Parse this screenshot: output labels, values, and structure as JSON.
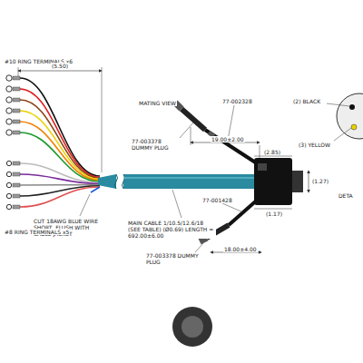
{
  "diagram": {
    "labels": [
      "#10 RING TERMINALS x6",
      "(5.50)",
      "CUT 18AWG BLUE WIRE SHORT, FLUSH WITH CABLE JACKET",
      "#8 RING TERMINALS x5",
      "MATING VIEW",
      "77-002328",
      "77-003378 DUMMY PLUG",
      "19.00±2.00",
      "(2) BLACK",
      "(3) YELLOW",
      "(2.85)",
      "(1.27)",
      "DETA",
      "(1.17)",
      "MAIN CABLE 1/10.5/12.6/18 (SEE TABLE) (Ø0.69) LENGTH = 692.00±6.00",
      "77-001428",
      "18.00±4.00",
      "77-003378 DUMMY PLUG"
    ]
  }
}
